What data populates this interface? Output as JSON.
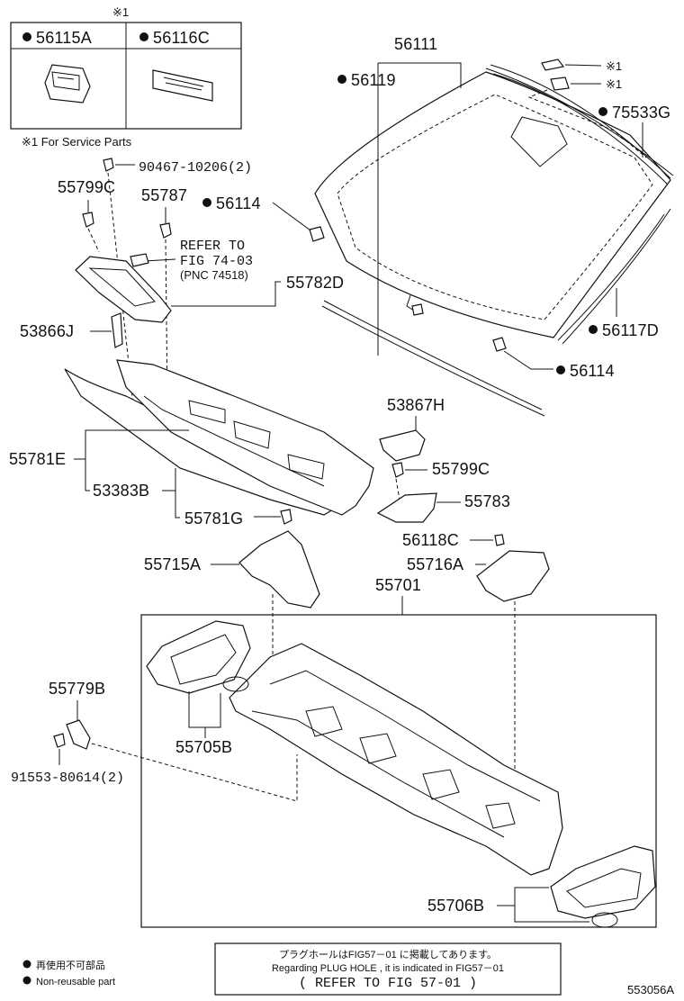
{
  "service_legend": {
    "mark": "※1",
    "part_a": "56115A",
    "part_b": "56116C",
    "note": "※1 For Service Parts"
  },
  "labels": {
    "p56111": "56111",
    "p56119": "56119",
    "p75533G": "75533G",
    "p56114_top": "56114",
    "p56114_bottom": "56114",
    "p56117D": "56117D",
    "star1_a": "※1",
    "star1_b": "※1",
    "p90467": "90467-10206(2)",
    "p55799C_top": "55799C",
    "p55787": "55787",
    "refer_line1": "REFER TO",
    "refer_line2": "FIG 74-03",
    "refer_line3": "(PNC 74518)",
    "p55782D": "55782D",
    "p53866J": "53866J",
    "p55781E": "55781E",
    "p53383B": "53383B",
    "p55781G": "55781G",
    "p53867H": "53867H",
    "p55799C_right": "55799C",
    "p55783": "55783",
    "p56118C": "56118C",
    "p55716A": "55716A",
    "p55715A": "55715A",
    "p55701": "55701",
    "p55779B": "55779B",
    "p91553": "91553-80614(2)",
    "p55705B": "55705B",
    "p55706B": "55706B"
  },
  "footer": {
    "legend_jp": "再使用不可部品",
    "legend_en": "Non-reusable part",
    "note_jp": "プラグホールはFIG57－01 に掲載してあります。",
    "note_en": "Regarding PLUG HOLE , it is indicated in FIG57－01",
    "note_ref": "( REFER TO FIG 57-01 )",
    "figure_id": "553056A"
  }
}
